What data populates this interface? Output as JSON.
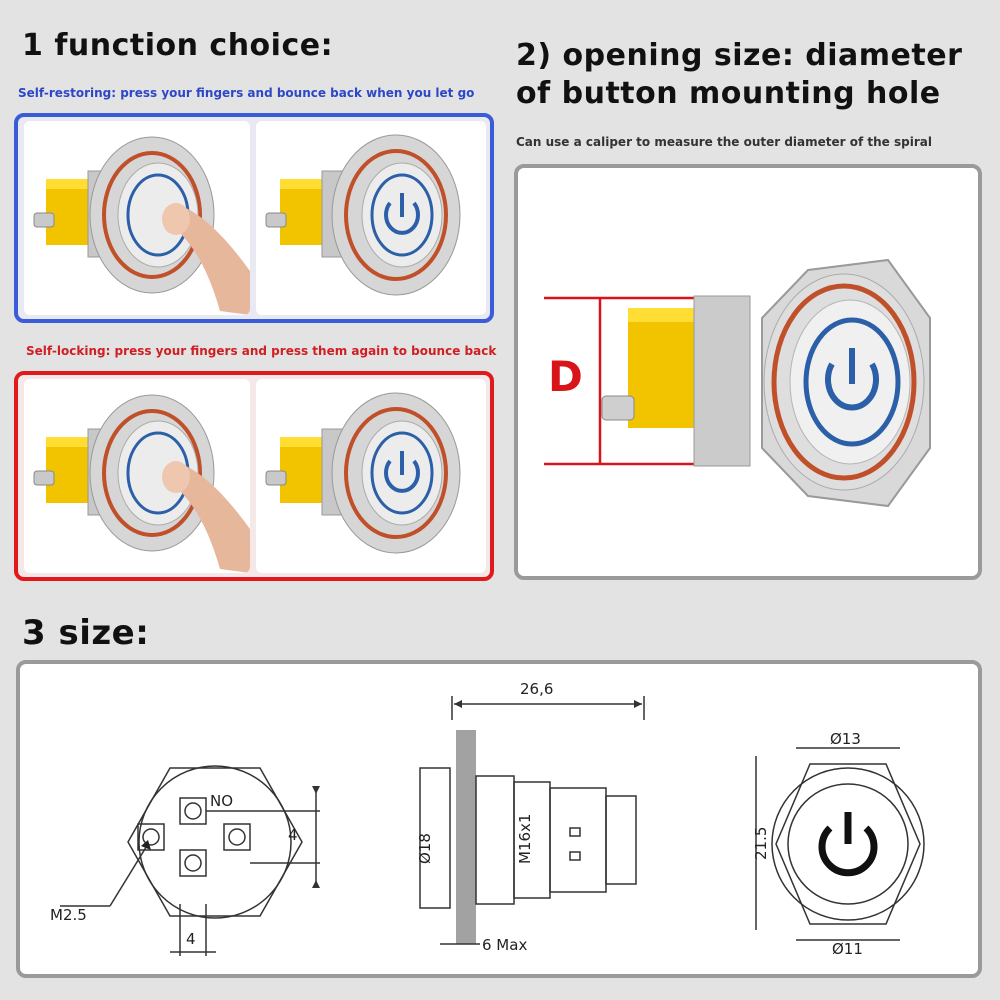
{
  "section1": {
    "title": "1 function choice:",
    "self_restoring_caption": "Self-restoring: press your fingers and bounce back when you let go",
    "self_locking_caption": "Self-locking: press your fingers and press them again to bounce back",
    "colors": {
      "restoring_frame": "#3a5cd8",
      "locking_frame": "#e0191d"
    }
  },
  "section2": {
    "title_line1": "2) opening size: diameter",
    "title_line2": "of button mounting hole",
    "caption": "Can use a caliper to measure the outer diameter of the spiral",
    "dimension_label": "D",
    "colors": {
      "dimension": "#d8141a"
    }
  },
  "section3": {
    "title": "3 size:",
    "rear_view": {
      "screw_label": "M2.5",
      "spacing_v": "4",
      "spacing_h": "4",
      "terminal_label": "NO"
    },
    "side_view": {
      "length": "26,6",
      "diameter": "Ø18",
      "thread": "M16x1",
      "panel": "6 Max"
    },
    "front_view": {
      "top": "Ø13",
      "height": "21.5",
      "bottom": "Ø11"
    }
  }
}
